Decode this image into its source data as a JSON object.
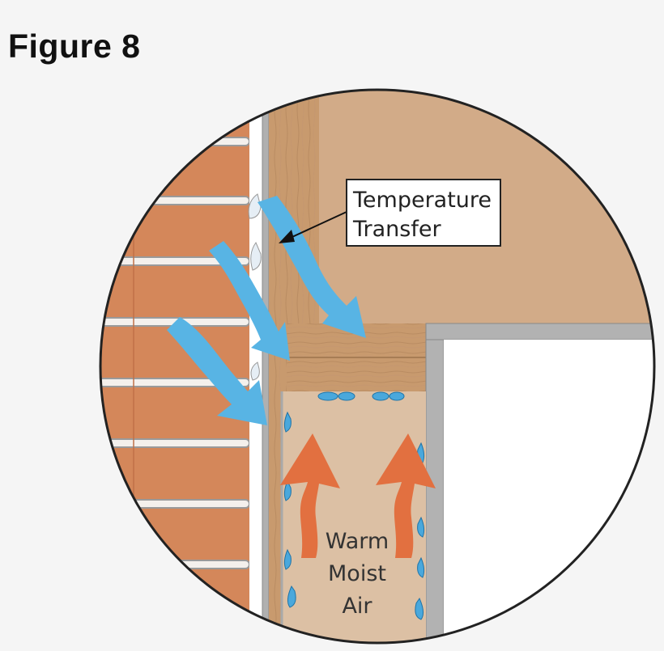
{
  "figure": {
    "title": "Figure 8"
  },
  "callout": {
    "line1": "Temperature",
    "line2": "Transfer"
  },
  "air_label": {
    "line1": "Warm",
    "line2": "Moist",
    "line3": "Air"
  },
  "colors": {
    "background": "#f5f5f5",
    "brick": "#d4875a",
    "mortar": "#f2f2f2",
    "wood": "#d2ab88",
    "framing": "#c89a6e",
    "metal": "#a8a8a8",
    "cold_arrow": "#58b4e4",
    "warm_arrow": "#e27040",
    "water": "#4aa8dc"
  }
}
